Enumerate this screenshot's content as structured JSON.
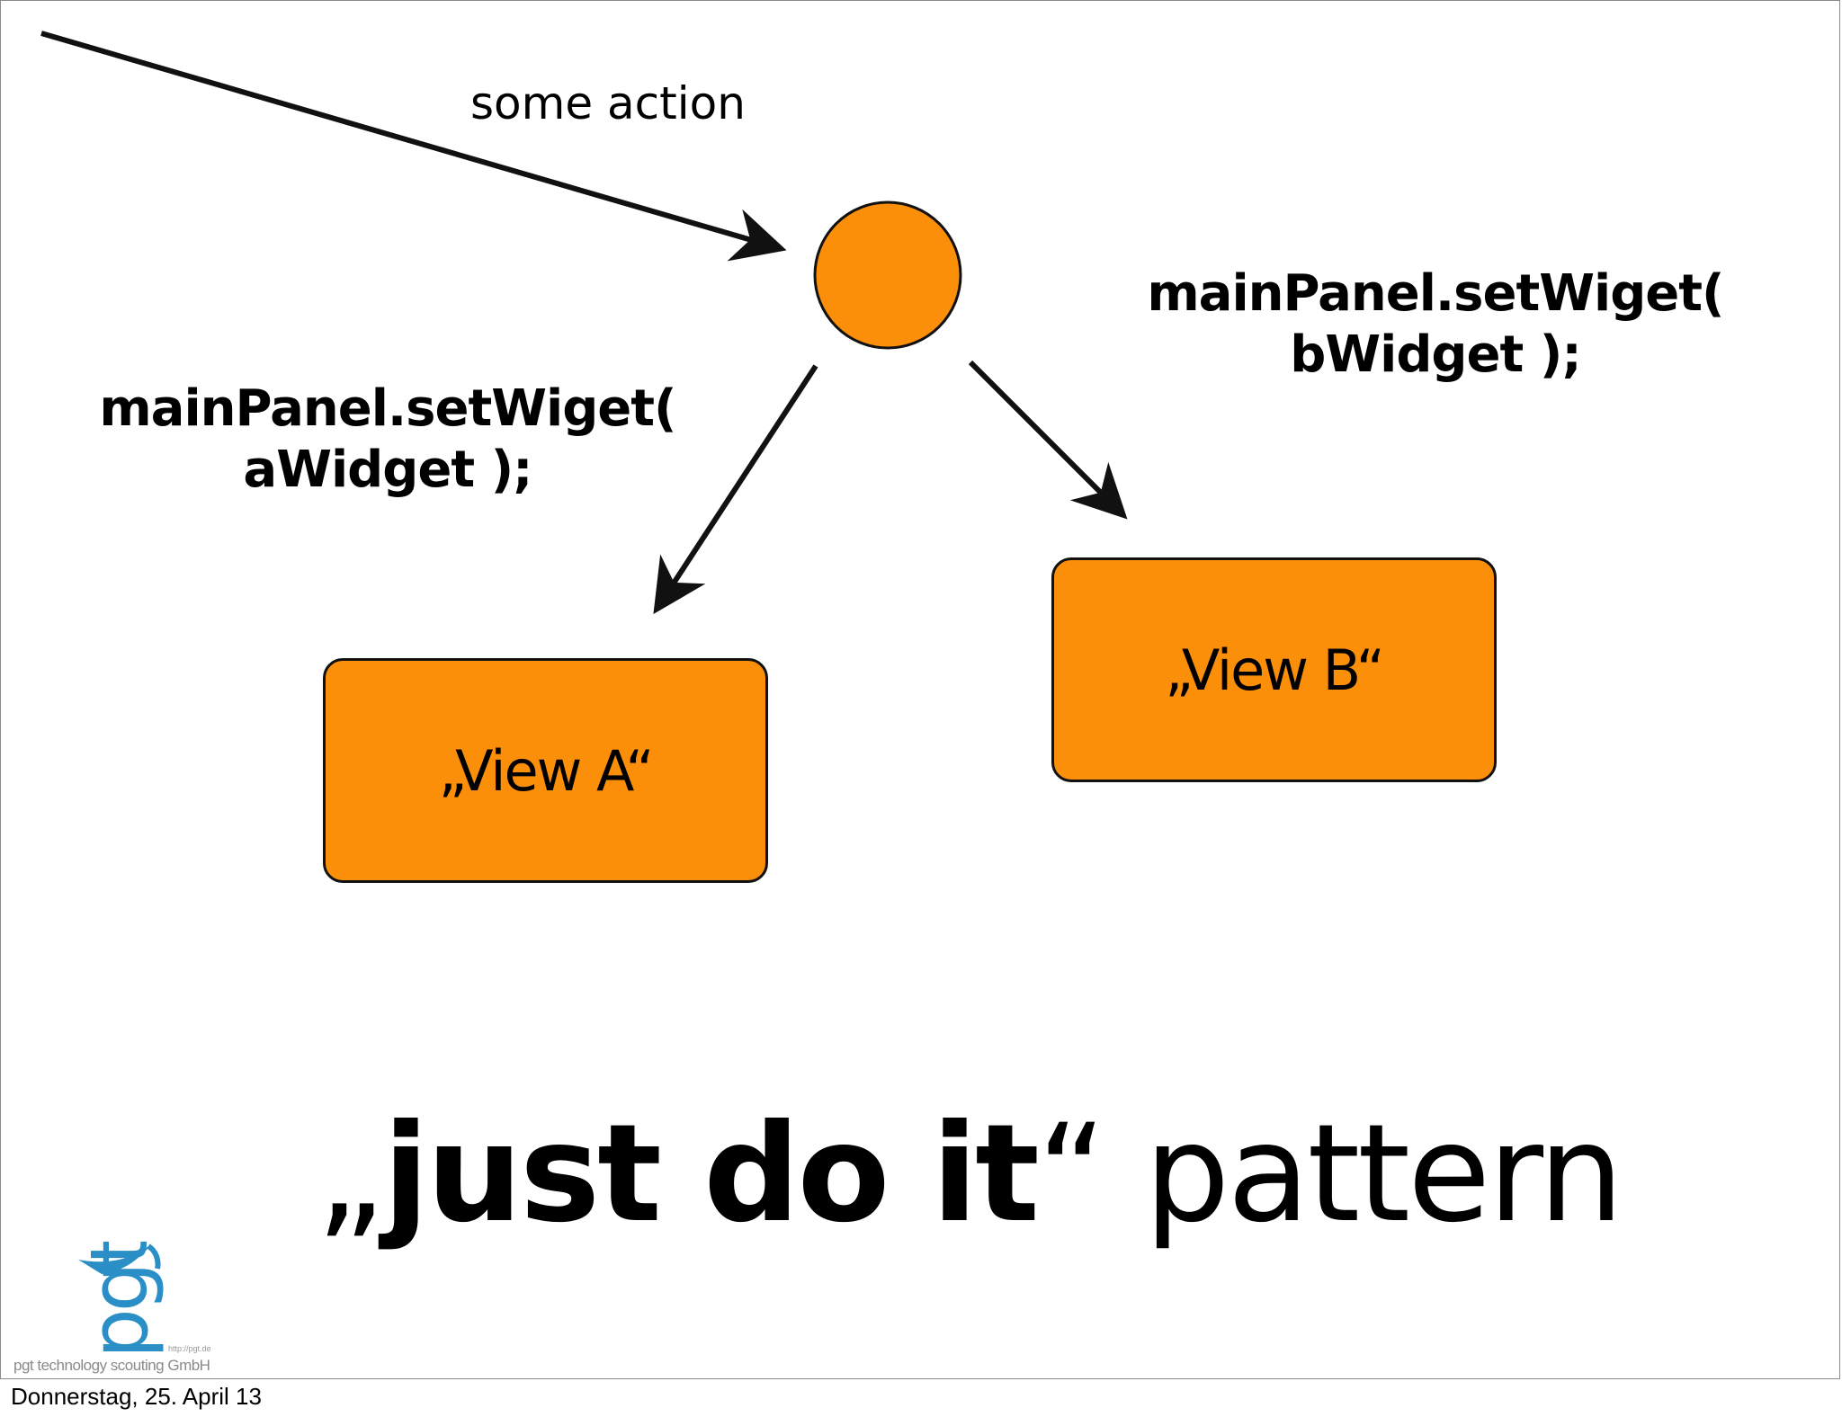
{
  "diagram": {
    "action_label": "some action",
    "left_call_label_line1": "mainPanel.setWiget(",
    "left_call_label_line2": "aWidget );",
    "right_call_label_line1": "mainPanel.setWiget(",
    "right_call_label_line2": "bWidget );",
    "view_a_label": "„View A“",
    "view_b_label": "„View B“",
    "node_color": "#fb8f0a"
  },
  "title": {
    "open_quote": "„",
    "bold_text": "just do it",
    "close_quote": "“",
    "rest": " pattern"
  },
  "logo": {
    "mark_text": "pgt",
    "caption": "pgt technology scouting GmbH",
    "url": "http://pgt.de",
    "color": "#2a8fc6"
  },
  "footer": {
    "date": "Donnerstag, 25. April 13"
  }
}
